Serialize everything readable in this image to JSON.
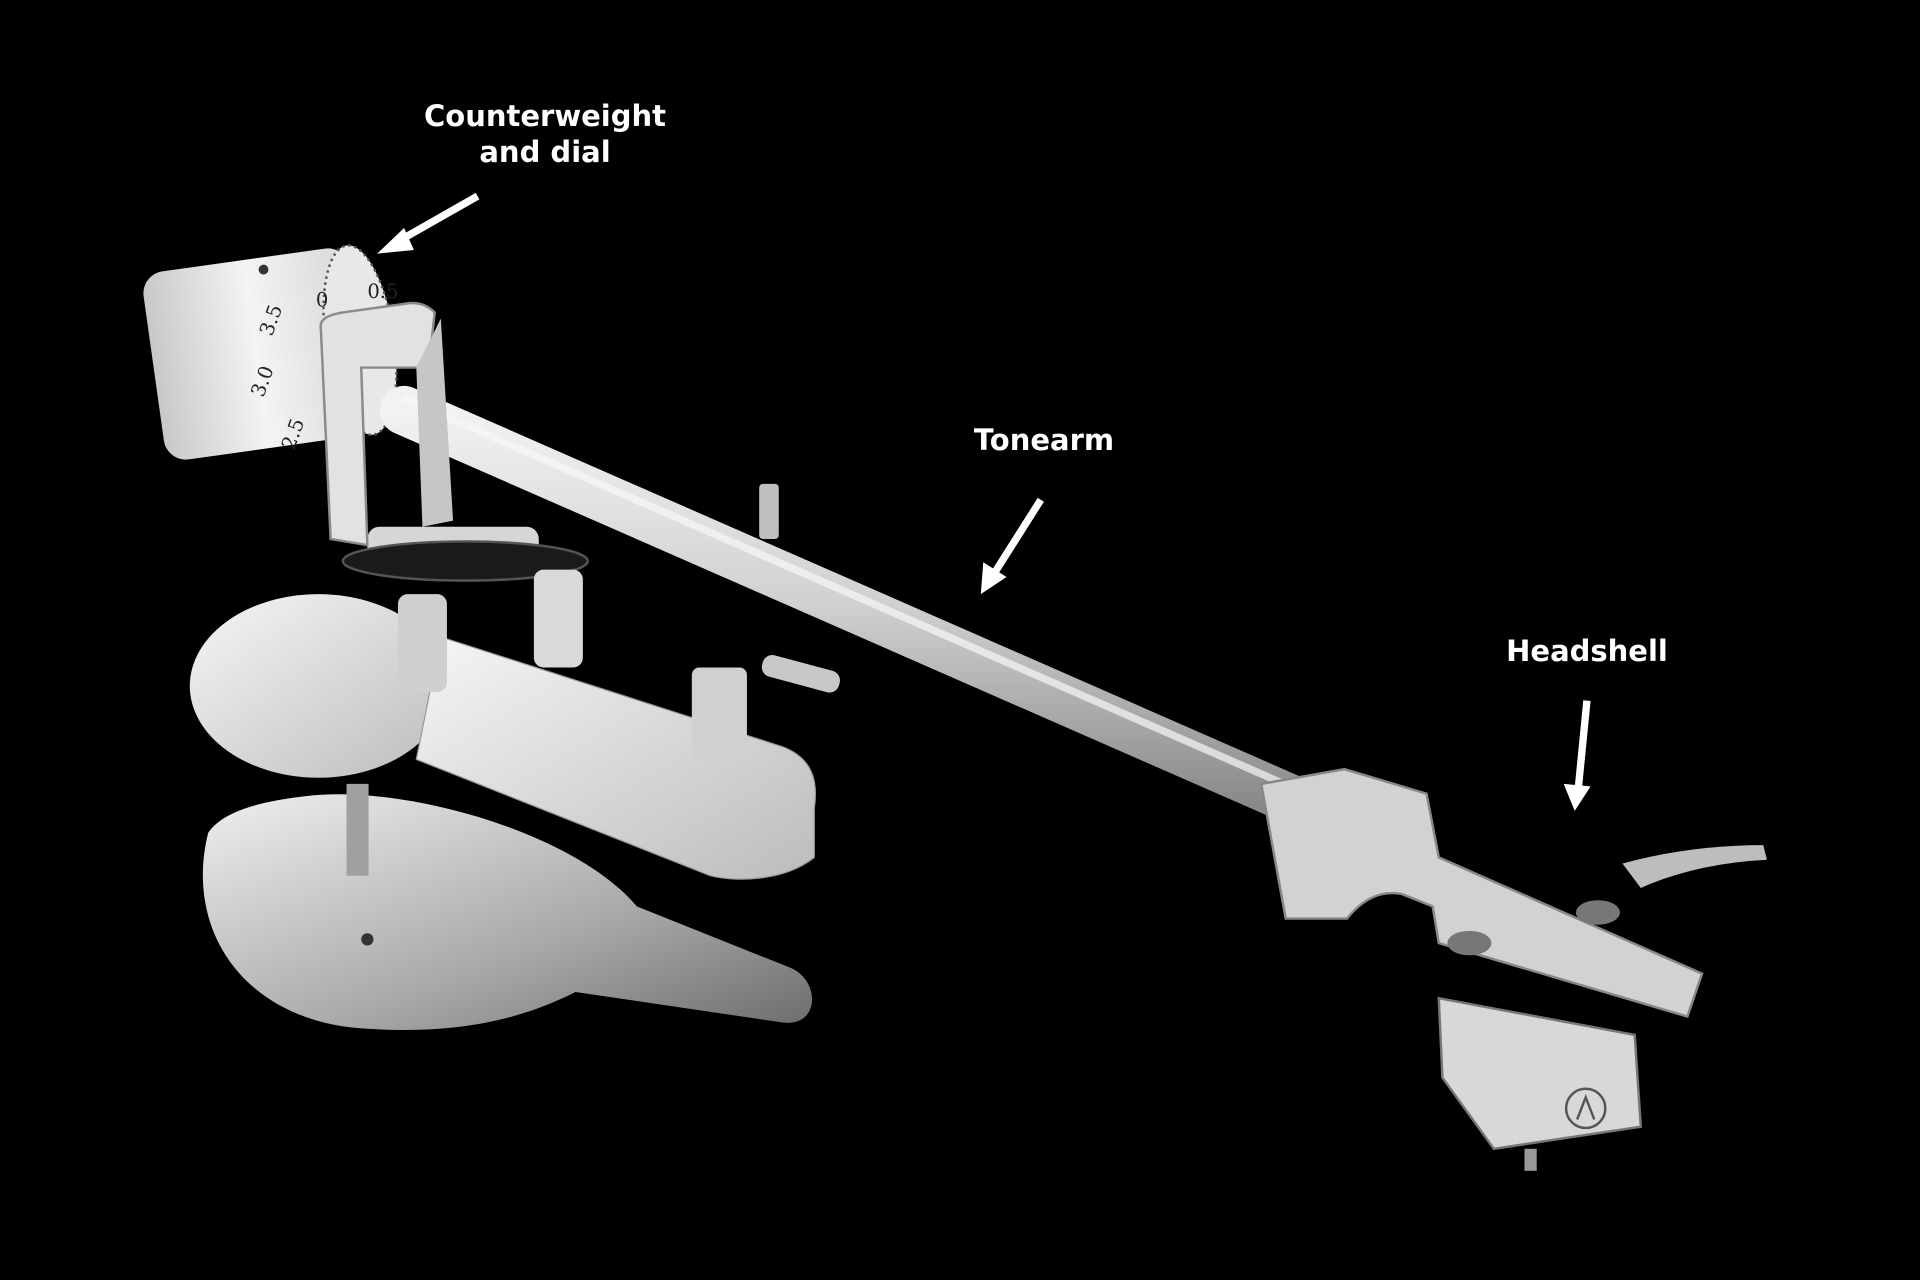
{
  "labels": {
    "counterweight_line1": "Counterweight",
    "counterweight_line2": "and dial",
    "tonearm": "Tonearm",
    "headshell": "Headshell"
  },
  "dial_numbers": [
    "0",
    "0.5",
    "3.5",
    "3.0",
    "2.5"
  ],
  "colors": {
    "background": "#000000",
    "label_text": "#ffffff",
    "arrow": "#ffffff",
    "metal_light": "#e6e6e6",
    "metal_mid": "#b8b8b8",
    "metal_dark": "#7a7a7a"
  }
}
